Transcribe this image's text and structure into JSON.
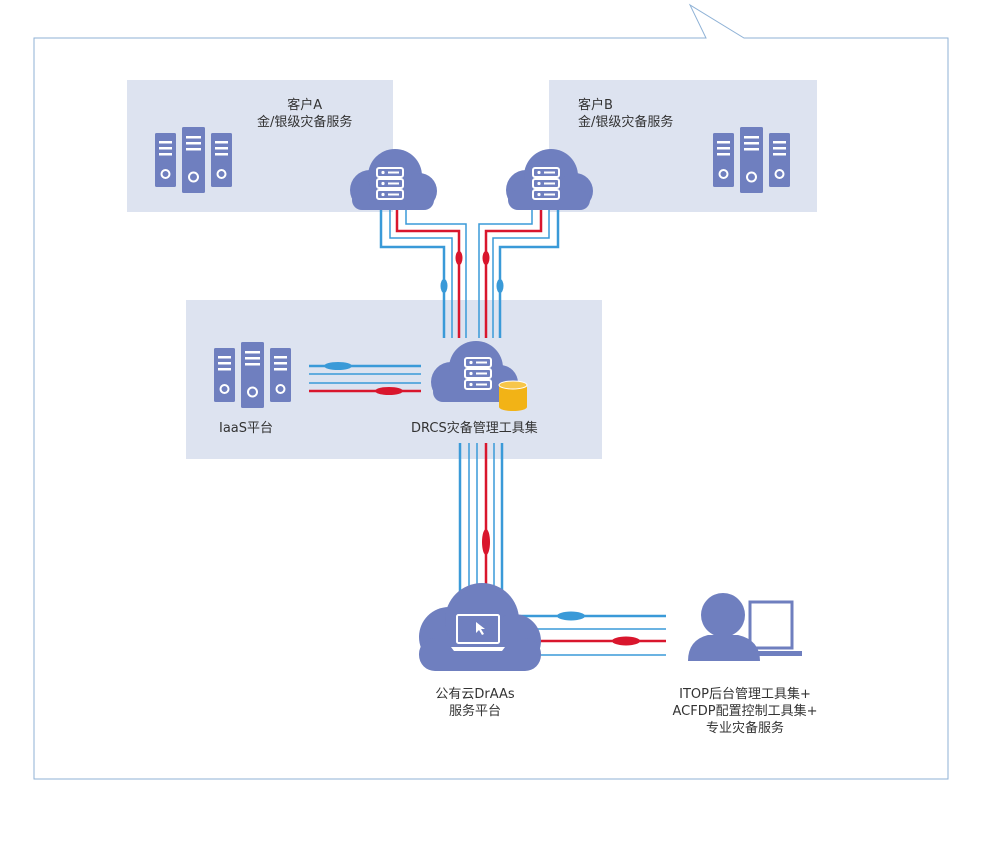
{
  "colors": {
    "frame": "#8fb2d6",
    "panel": "#dde3f0",
    "icon": "#6f7fbf",
    "icon_dark": "#5b6aab",
    "blue_line": "#3a9ad8",
    "red_line": "#d9162d",
    "gold": "#f2b316"
  },
  "customer_a": {
    "line1": "客户A",
    "line2": "金/银级灾备服务"
  },
  "customer_b": {
    "line1": "客户B",
    "line2": "金/银级灾备服务"
  },
  "middle": {
    "iaas_label": "IaaS平台",
    "drcs_label": "DRCS灾备管理工具集"
  },
  "public_cloud": {
    "line1": "公有云DrAAs",
    "line2": "服务平台"
  },
  "operator": {
    "line1": "ITOP后台管理工具集+",
    "line2": "ACFDP配置控制工具集+",
    "line3": "专业灾备服务"
  },
  "icons": [
    "server-rack-icon",
    "cloud-server-icon",
    "database-icon",
    "laptop-icon",
    "user-icon",
    "monitor-icon"
  ]
}
